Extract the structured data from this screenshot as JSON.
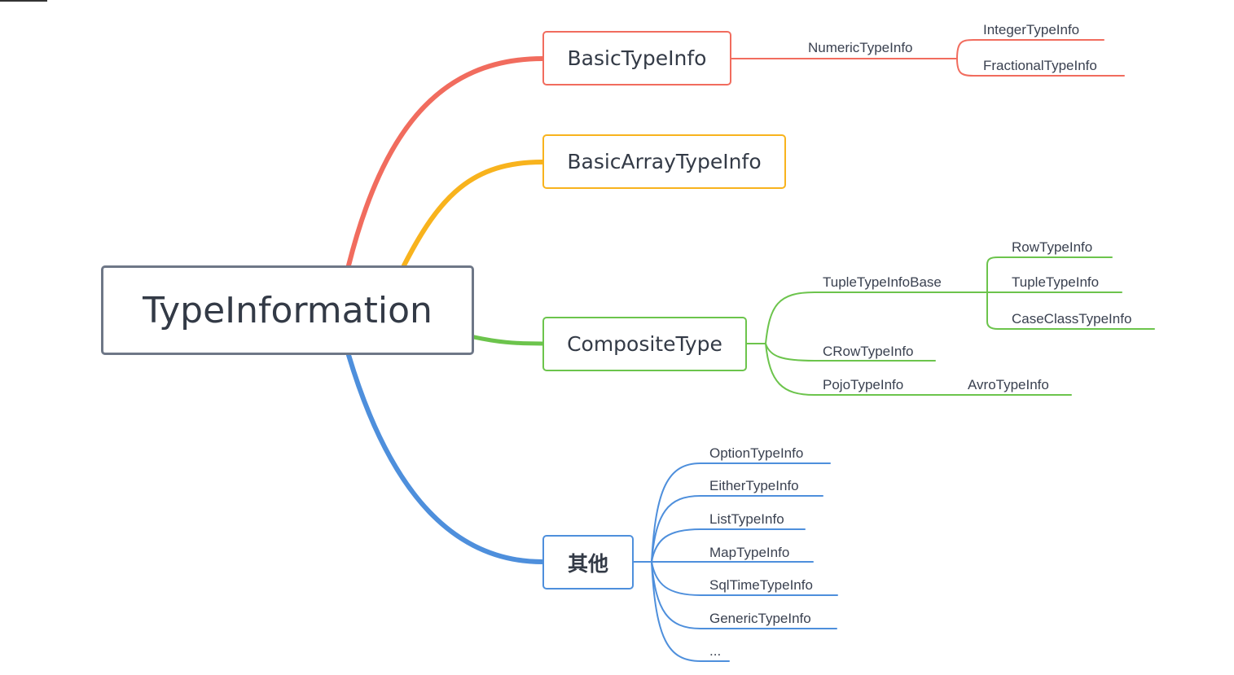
{
  "root": {
    "label": "TypeInformation"
  },
  "branches": {
    "basic": {
      "label": "BasicTypeInfo",
      "child": "NumericTypeInfo",
      "grandchildren": [
        "IntegerTypeInfo",
        "FractionalTypeInfo"
      ]
    },
    "array": {
      "label": "BasicArrayTypeInfo"
    },
    "composite": {
      "label": "CompositeType",
      "tuple_base": "TupleTypeInfoBase",
      "tuple_children": [
        "RowTypeInfo",
        "TupleTypeInfo",
        "CaseClassTypeInfo"
      ],
      "crow": "CRowTypeInfo",
      "pojo": "PojoTypeInfo",
      "pojo_child": "AvroTypeInfo"
    },
    "other": {
      "label": "其他",
      "children": [
        "OptionTypeInfo",
        "EitherTypeInfo",
        "ListTypeInfo",
        "MapTypeInfo",
        "SqlTimeTypeInfo",
        "GenericTypeInfo",
        "..."
      ]
    }
  },
  "colors": {
    "root": "#6e7787",
    "basic": "#f16c5e",
    "array": "#f8b31d",
    "composite": "#6cc44c",
    "other": "#4e8fdc"
  }
}
